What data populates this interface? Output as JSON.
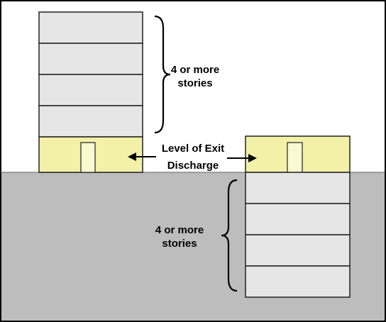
{
  "colors": {
    "frame": "#000000",
    "story_fill": "#e6e6e6",
    "story_stroke": "#222222",
    "exit_level_fill": "#f3f0a8",
    "door_fill": "#fafad2",
    "ground_fill": "#bdbdbd",
    "ground_stroke": "#8a8a8a"
  },
  "labels": {
    "upper_stories": [
      "4 or more",
      "stories"
    ],
    "exit_discharge": [
      "Level of Exit",
      "Discharge"
    ],
    "lower_stories": [
      "4 or more",
      "stories"
    ]
  },
  "icons": {
    "left_arrow": "arrow-left-icon",
    "right_arrow": "arrow-right-icon",
    "brace": "curly-brace-icon"
  }
}
